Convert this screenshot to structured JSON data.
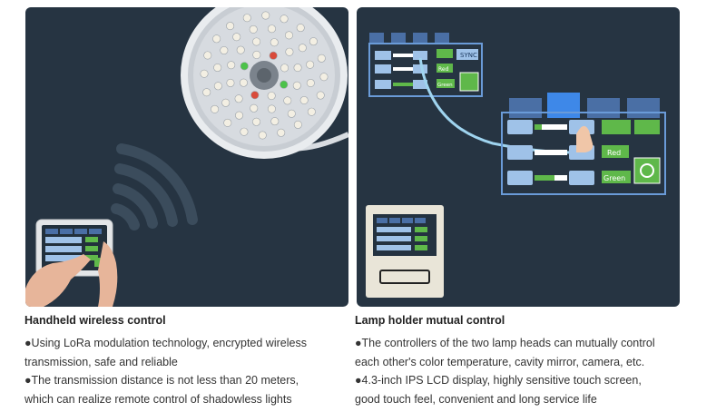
{
  "left": {
    "title": "Handheld wireless control",
    "lines": [
      "●Using LoRa modulation technology, encrypted wireless",
      "transmission, safe and reliable",
      "●The transmission distance is not less than 20 meters,",
      "which can realize remote control of shadowless lights"
    ]
  },
  "right": {
    "title": "Lamp holder mutual control",
    "lines": [
      "●The controllers of the two lamp heads can mutually control",
      "each other's color temperature, cavity mirror, camera, etc.",
      "●4.3-inch IPS LCD display, highly sensitive touch screen,",
      "good touch feel, convenient and long service life"
    ]
  },
  "controller": {
    "sync_label": "SYNC",
    "red_label": "Red",
    "green_label": "Green"
  },
  "colors": {
    "panel_bg": "#263442",
    "accent_green": "#5fb84a",
    "ui_blue": "#4a6fa5",
    "light_blue": "#9fc2e8"
  }
}
